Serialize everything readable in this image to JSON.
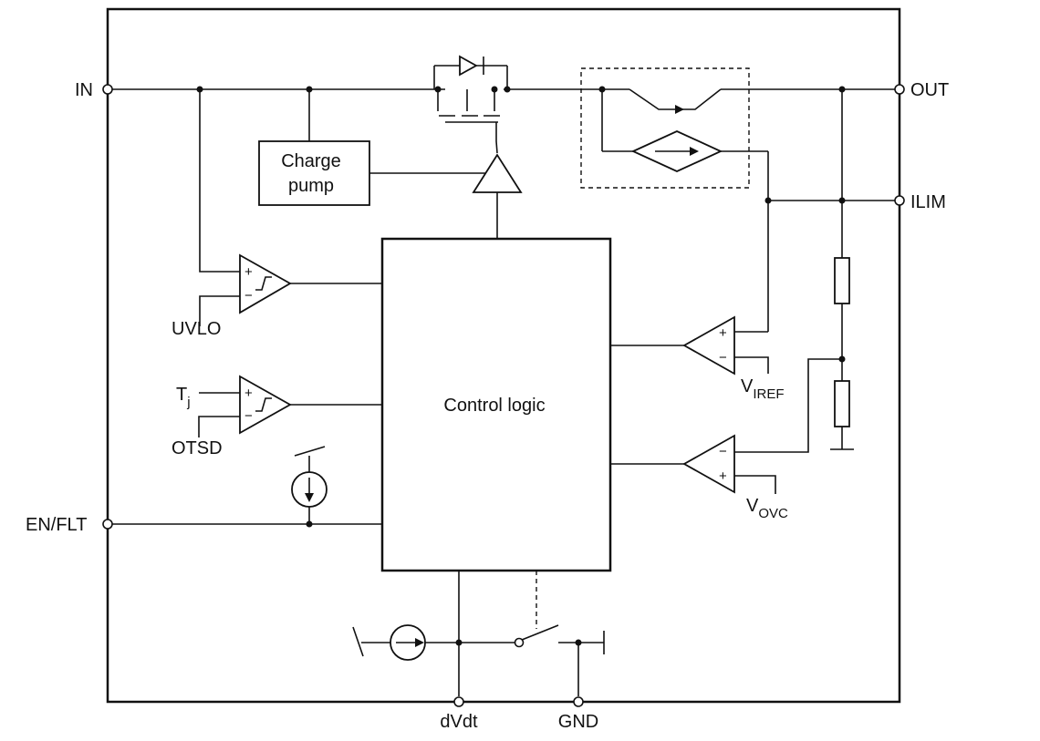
{
  "pins": {
    "in": "IN",
    "out": "OUT",
    "ilim": "ILIM",
    "en_flt": "EN/FLT",
    "dvdt": "dVdt",
    "gnd": "GND"
  },
  "blocks": {
    "charge_pump_line1": "Charge",
    "charge_pump_line2": "pump",
    "control_logic": "Control logic"
  },
  "comparator_inputs": {
    "uvlo": "UVLO",
    "tj_main": "T",
    "tj_sub": "j",
    "otsd": "OTSD",
    "viref_main": "V",
    "viref_sub": "IREF",
    "vovc_main": "V",
    "vovc_sub": "OVC"
  },
  "signs": {
    "plus": "+",
    "minus": "−"
  },
  "colors": {
    "line": "#111111",
    "background": "#ffffff"
  }
}
